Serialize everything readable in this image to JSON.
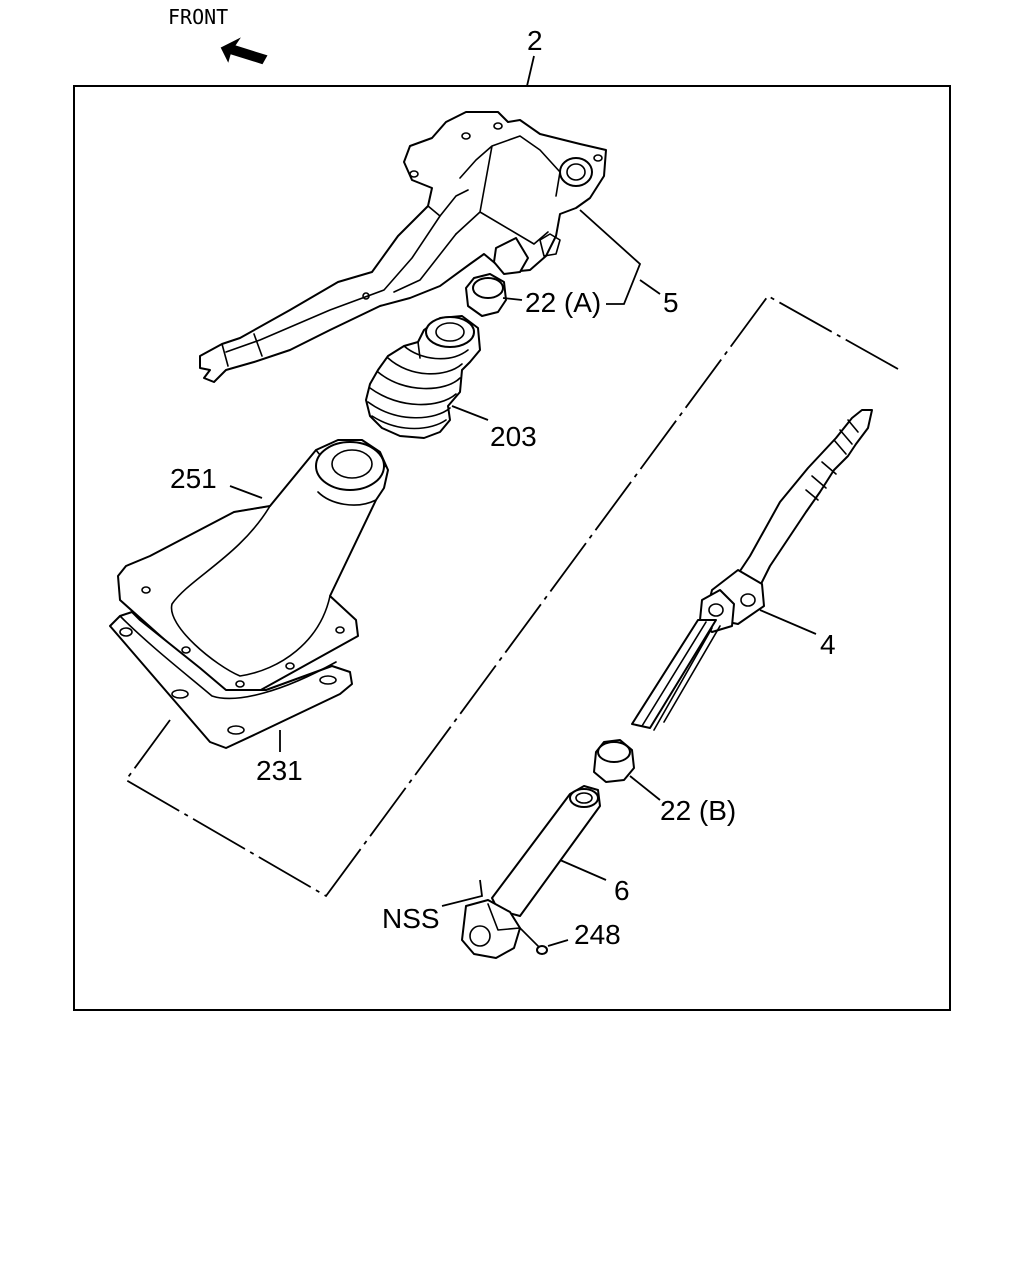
{
  "front_indicator": {
    "label": "FRONT",
    "icon": "front-arrow-icon"
  },
  "assembly_callout": "2",
  "callouts": {
    "bracket": "5",
    "bushing_a": "22 (A)",
    "boot": "203",
    "cover": "251",
    "gasket": "231",
    "shaft": "4",
    "bushing_b": "22 (B)",
    "lower_shaft": "6",
    "nss": "NSS",
    "bolt": "248"
  },
  "colors": {
    "line": "#000000",
    "background": "#ffffff"
  }
}
